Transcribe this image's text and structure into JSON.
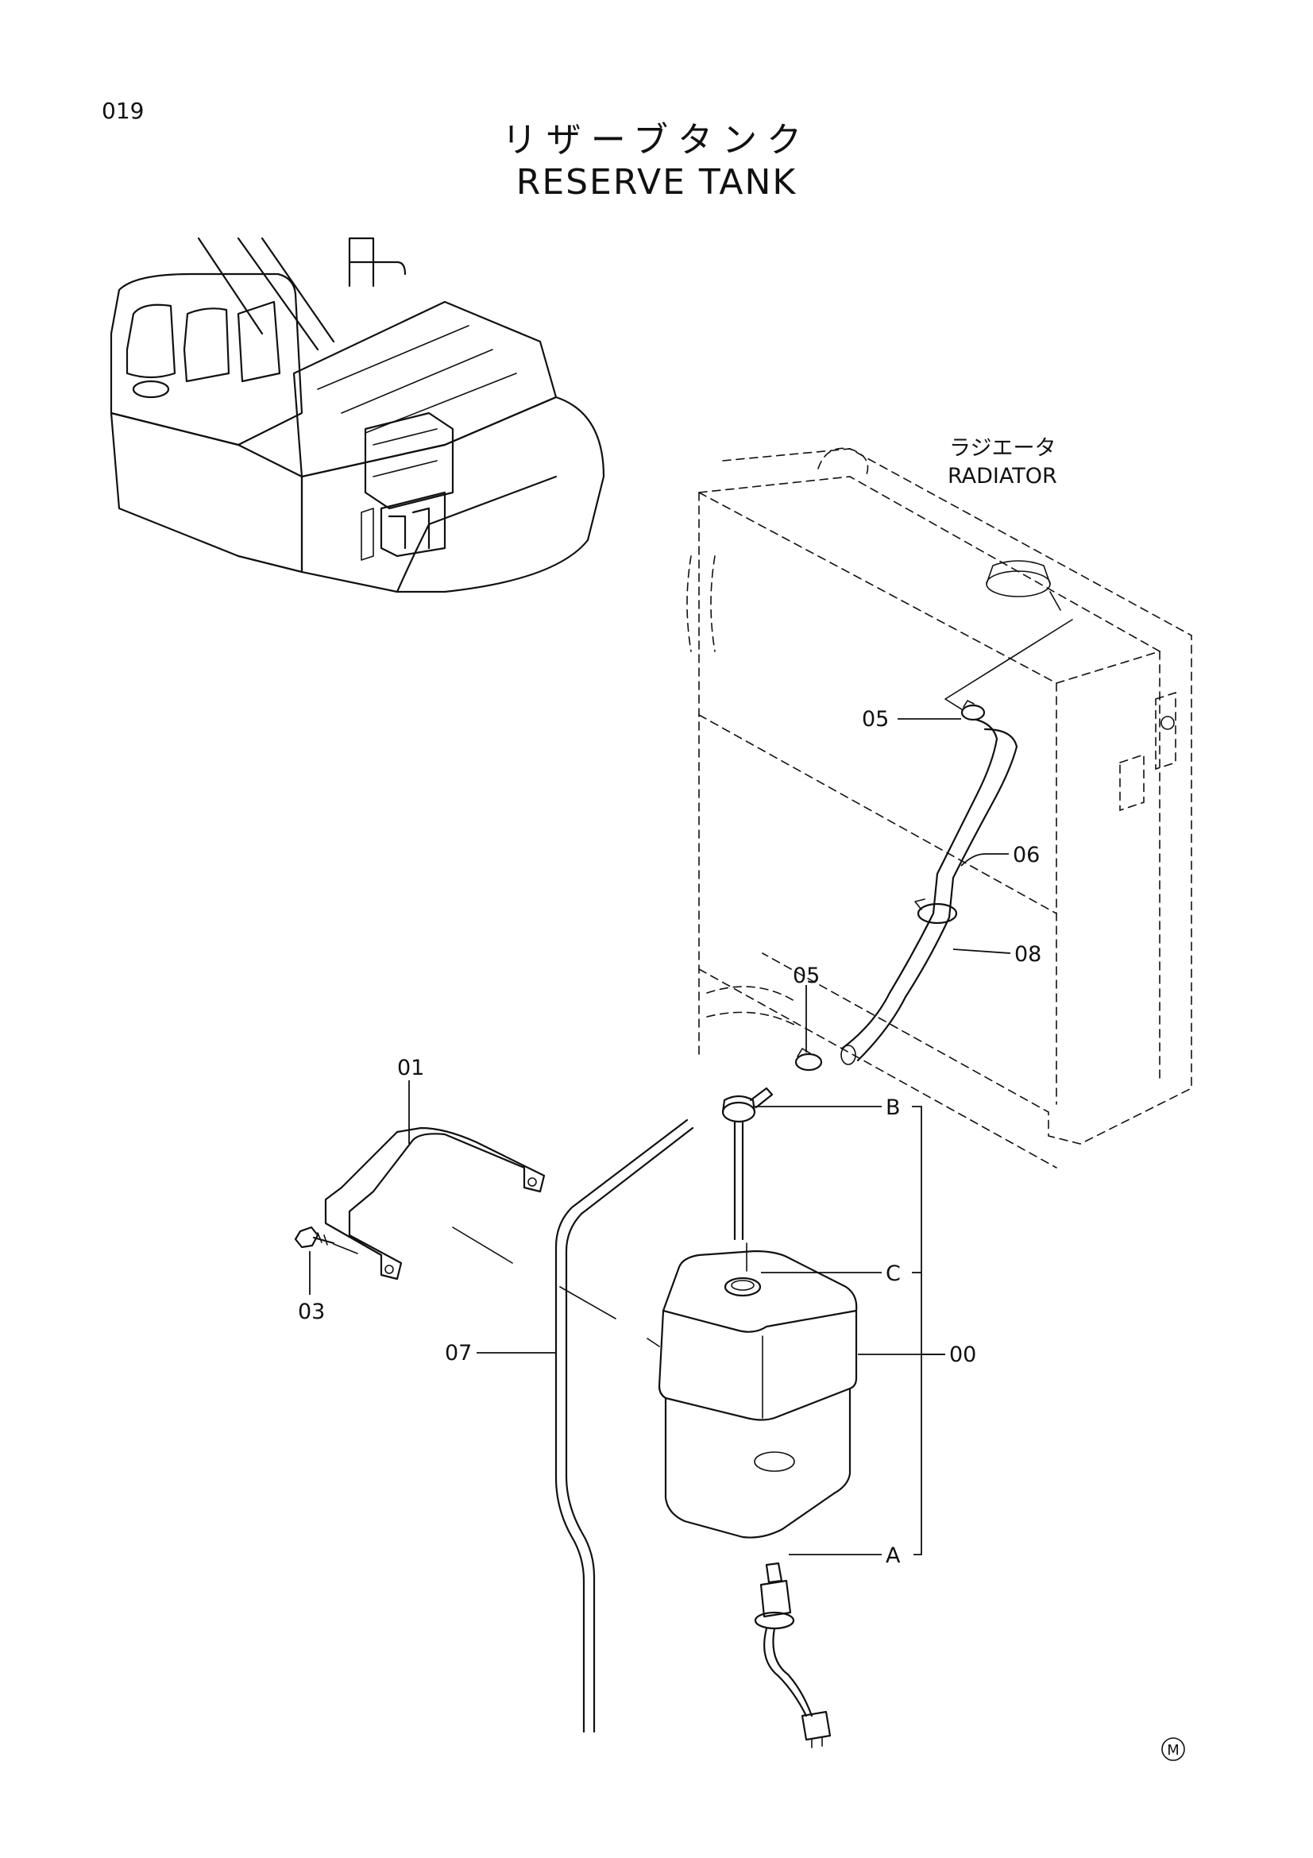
{
  "page_number": "019",
  "title_jp": "リザーブタンク",
  "title_en": "RESERVE TANK",
  "radiator_label_jp": "ラジエータ",
  "radiator_label_en": "RADIATOR",
  "callouts": {
    "part_00": "00",
    "part_01": "01",
    "part_03": "03",
    "part_05_upper": "05",
    "part_05_lower": "05",
    "part_06": "06",
    "part_07": "07",
    "part_08": "08",
    "sub_a": "A",
    "sub_b": "B",
    "sub_c": "C"
  },
  "mark": "M"
}
